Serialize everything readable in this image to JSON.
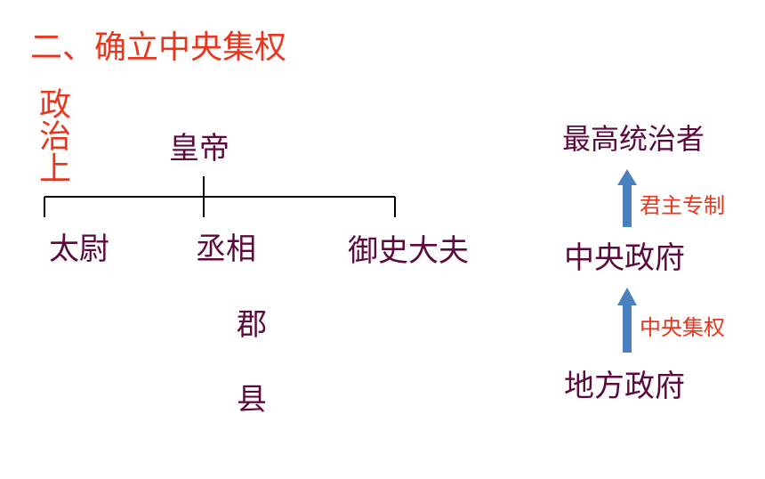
{
  "title": "二、确立中央集权",
  "side_label": "政治上",
  "tree": {
    "root": "皇帝",
    "children": [
      "太尉",
      "丞相",
      "御史大夫"
    ],
    "below": [
      "郡",
      "县"
    ]
  },
  "hierarchy": {
    "top": "最高统治者",
    "middle": "中央政府",
    "bottom": "地方政府",
    "upper_arrow_label": "君主专制",
    "lower_arrow_label": "中央集权"
  },
  "colors": {
    "red": "#e8361e",
    "maroon": "#5c0a3c",
    "arrow": "#4a80c0",
    "line": "#000000"
  }
}
